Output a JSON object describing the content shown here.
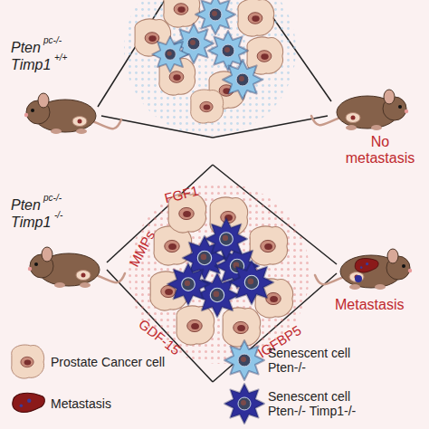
{
  "diagram": {
    "labels": [
      "Pten",
      "pc-/-",
      "Timp1",
      "+/+",
      "Pten",
      "pc-/-",
      "Timp1",
      "-/-",
      "No metastasis",
      "MMPs",
      "FGF1",
      "GDF-15",
      "IGFBP5",
      "Metastasis"
    ],
    "legend": [
      {
        "text": "Prostate Cancer cell"
      },
      {
        "text": "Metastasis"
      },
      {
        "text": "Senescent cell Pten-/-",
        "color": "#8fc6e8"
      },
      {
        "text": "Senescent cell Pten-/- Timp1-/-",
        "color": "#2e2f9a"
      }
    ]
  }
}
